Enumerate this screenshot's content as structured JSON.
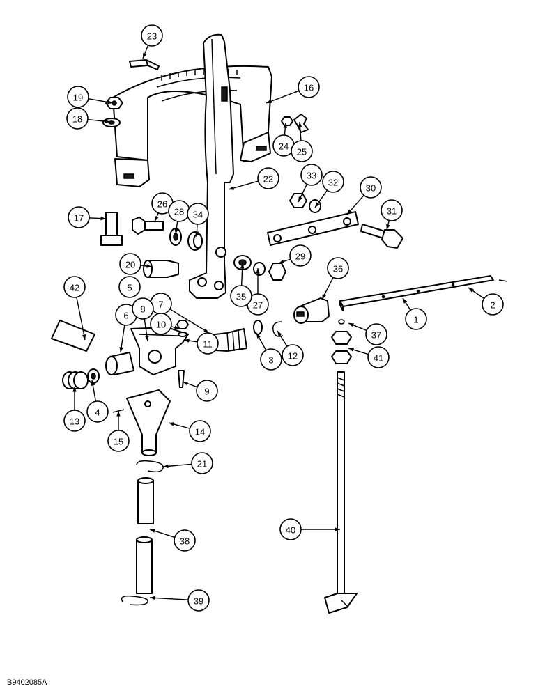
{
  "figure_id": "B9402085A",
  "callouts": [
    {
      "num": "1",
      "target": [
        578,
        428
      ]
    },
    {
      "num": "2",
      "target": [
        672,
        413
      ]
    },
    {
      "num": "3",
      "target": [
        368,
        478
      ]
    },
    {
      "num": "4",
      "target": [
        132,
        546
      ]
    },
    {
      "num": "5",
      "target": [
        200,
        420
      ]
    },
    {
      "num": "6",
      "target": [
        173,
        506
      ]
    },
    {
      "num": "7",
      "target": [
        300,
        478
      ]
    },
    {
      "num": "8",
      "target": [
        212,
        490
      ]
    },
    {
      "num": "9",
      "target": [
        262,
        548
      ]
    },
    {
      "num": "10",
      "target": [
        258,
        472
      ]
    },
    {
      "num": "11",
      "target": [
        264,
        488
      ]
    },
    {
      "num": "12",
      "target": [
        398,
        475
      ]
    },
    {
      "num": "13",
      "target": [
        107,
        555
      ]
    },
    {
      "num": "14",
      "target": [
        242,
        607
      ]
    },
    {
      "num": "15",
      "target": [
        170,
        590
      ]
    },
    {
      "num": "16",
      "target": [
        382,
        148
      ]
    },
    {
      "num": "17",
      "target": [
        152,
        314
      ]
    },
    {
      "num": "18",
      "target": [
        158,
        175
      ]
    },
    {
      "num": "19",
      "target": [
        162,
        148
      ]
    },
    {
      "num": "20",
      "target": [
        218,
        383
      ]
    },
    {
      "num": "21",
      "target": [
        234,
        670
      ]
    },
    {
      "num": "22",
      "target": [
        328,
        272
      ]
    },
    {
      "num": "23",
      "target": [
        205,
        84
      ]
    },
    {
      "num": "24",
      "target": [
        410,
        176
      ]
    },
    {
      "num": "25",
      "target": [
        430,
        175
      ]
    },
    {
      "num": "26",
      "target": [
        222,
        318
      ]
    },
    {
      "num": "27",
      "target": [
        370,
        385
      ]
    },
    {
      "num": "28",
      "target": [
        252,
        336
      ]
    },
    {
      "num": "29",
      "target": [
        400,
        378
      ]
    },
    {
      "num": "30",
      "target": [
        498,
        308
      ]
    },
    {
      "num": "31",
      "target": [
        555,
        330
      ]
    },
    {
      "num": "32",
      "target": [
        452,
        298
      ]
    },
    {
      "num": "33",
      "target": [
        428,
        290
      ]
    },
    {
      "num": "34",
      "target": [
        282,
        340
      ]
    },
    {
      "num": "35",
      "target": [
        348,
        378
      ]
    },
    {
      "num": "36",
      "target": [
        462,
        430
      ]
    },
    {
      "num": "37",
      "target": [
        500,
        464
      ]
    },
    {
      "num": "38",
      "target": [
        215,
        760
      ]
    },
    {
      "num": "39",
      "target": [
        215,
        858
      ]
    },
    {
      "num": "40",
      "target": [
        488,
        760
      ]
    },
    {
      "num": "41",
      "target": [
        500,
        500
      ]
    },
    {
      "num": "42",
      "target": [
        122,
        488
      ]
    }
  ]
}
